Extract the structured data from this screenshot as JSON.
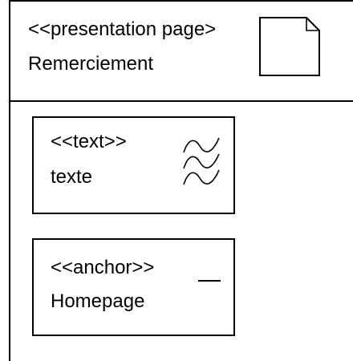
{
  "outer": {
    "stereotype": "<<presentation page>",
    "name": "Remerciement",
    "icon": "page-folded-corner-icon"
  },
  "elements": [
    {
      "stereotype": "<<text>>",
      "name": "texte",
      "icon": "wavy-text-icon"
    },
    {
      "stereotype": "<<anchor>>",
      "name": "Homepage",
      "icon": "underline-anchor-icon"
    }
  ]
}
